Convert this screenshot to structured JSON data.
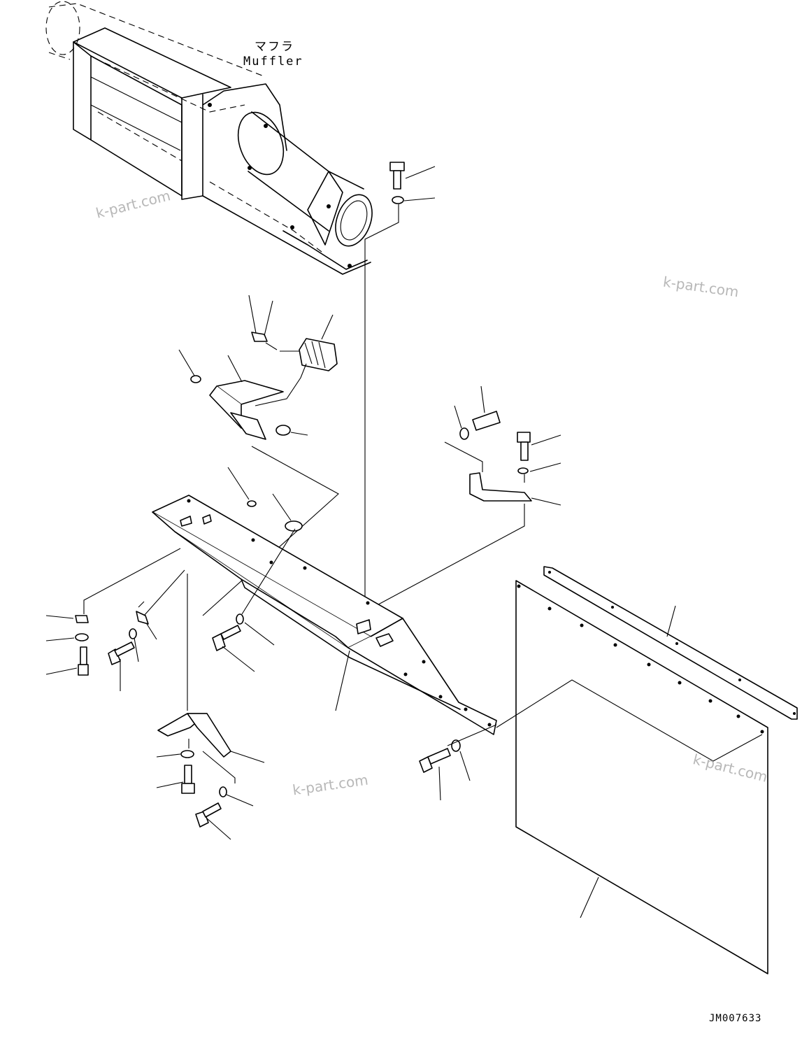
{
  "muffler_label": {
    "jp": "マフラ",
    "en": "Muffler"
  },
  "watermark": "k-part.com",
  "drawing_id": "JM007633"
}
